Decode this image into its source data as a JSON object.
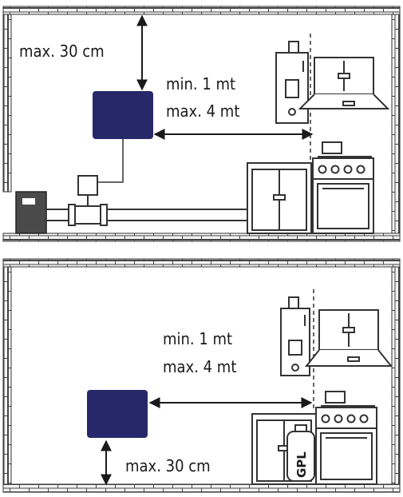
{
  "colors": {
    "detector": "#27286a",
    "meter": "#4a4a4a",
    "stroke": "#2a2a2a",
    "brick": "#f4f4f4"
  },
  "top_panel": {
    "label_height": "max. 30 cm",
    "label_min": "min. 1 mt",
    "label_max": "max. 4 mt"
  },
  "bottom_panel": {
    "label_min": "min. 1 mt",
    "label_max": "max. 4 mt",
    "label_height": "max. 30 cm",
    "cylinder_label": "GPL"
  }
}
